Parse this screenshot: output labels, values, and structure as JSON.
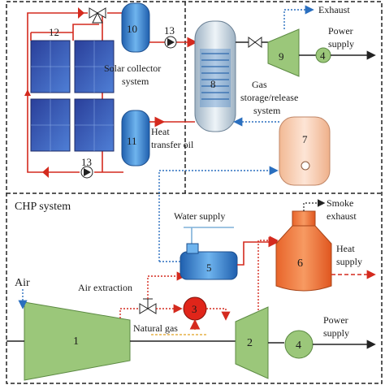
{
  "labels": {
    "exhaust": "Exhaust",
    "power_supply_top_1": "Power",
    "power_supply_top_2": "supply",
    "solar_collector_1": "Solar collector",
    "solar_collector_2": "system",
    "gas_storage_1": "Gas",
    "gas_storage_2": "storage/release",
    "gas_storage_3": "system",
    "heat_transfer_1": "Heat",
    "heat_transfer_2": "transfer oil",
    "chp_system": "CHP system",
    "water_supply": "Water supply",
    "smoke_exhaust_1": "Smoke",
    "smoke_exhaust_2": "exhaust",
    "heat_supply_1": "Heat",
    "heat_supply_2": "supply",
    "air": "Air",
    "air_extraction": "Air extraction",
    "natural_gas": "Natural gas",
    "power_supply_bottom_1": "Power",
    "power_supply_bottom_2": "supply"
  },
  "components": {
    "c1": "1",
    "c2": "2",
    "c3": "3",
    "c4_bottom": "4",
    "c4_top": "4",
    "c5": "5",
    "c6": "6",
    "c7": "7",
    "c8": "8",
    "c9": "9",
    "c10": "10",
    "c11": "11",
    "c12": "12",
    "c13_top": "13",
    "c13_bottom": "13"
  },
  "colors": {
    "green": "#9bc77a",
    "green_dark": "#5c8a43",
    "blue_tank": "#4a90d0",
    "red_line": "#d42a1e",
    "blue_dot": "#2a6fbf",
    "orange_tank": "#f07a3c",
    "peach_tank": "#f5c9ad",
    "solar_blue": "#2d4fa8"
  }
}
